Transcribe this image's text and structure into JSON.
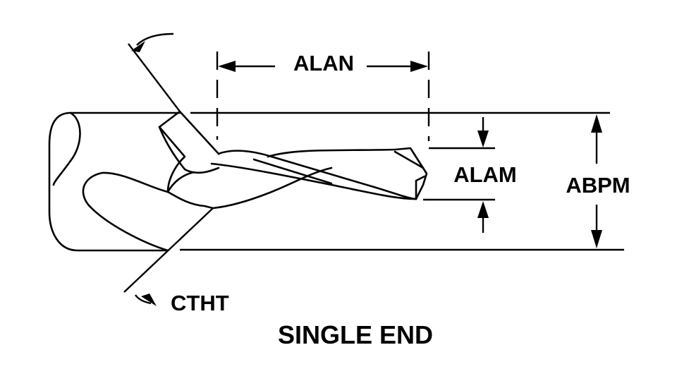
{
  "labels": {
    "alan": "ALAN",
    "alam": "ALAM",
    "abpm": "ABPM",
    "ctht": "CTHT",
    "caption": "SINGLE END"
  }
}
